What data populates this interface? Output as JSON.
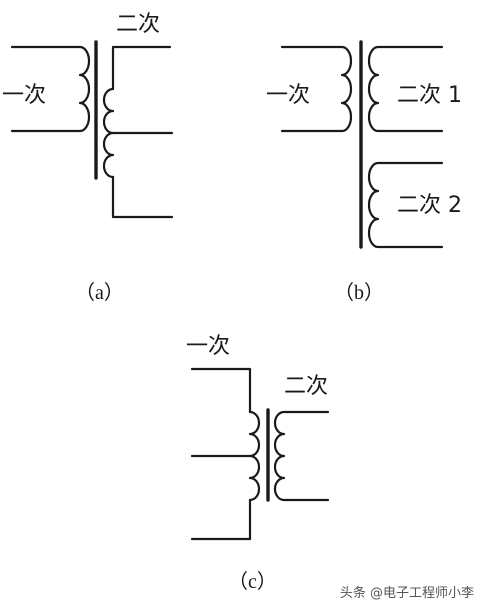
{
  "colors": {
    "ink": "#1a1a1a",
    "background": "#ffffff",
    "watermark": "#555555"
  },
  "diagrams": {
    "a": {
      "caption": "（a）",
      "primary": "一次",
      "secondary": "二次"
    },
    "b": {
      "caption": "（b）",
      "primary": "一次",
      "secondary_1": "二次 1",
      "secondary_2": "二次 2"
    },
    "c": {
      "caption": "（c）",
      "primary": "一次",
      "secondary": "二次"
    }
  },
  "watermark": "头条 @电子工程师小李"
}
